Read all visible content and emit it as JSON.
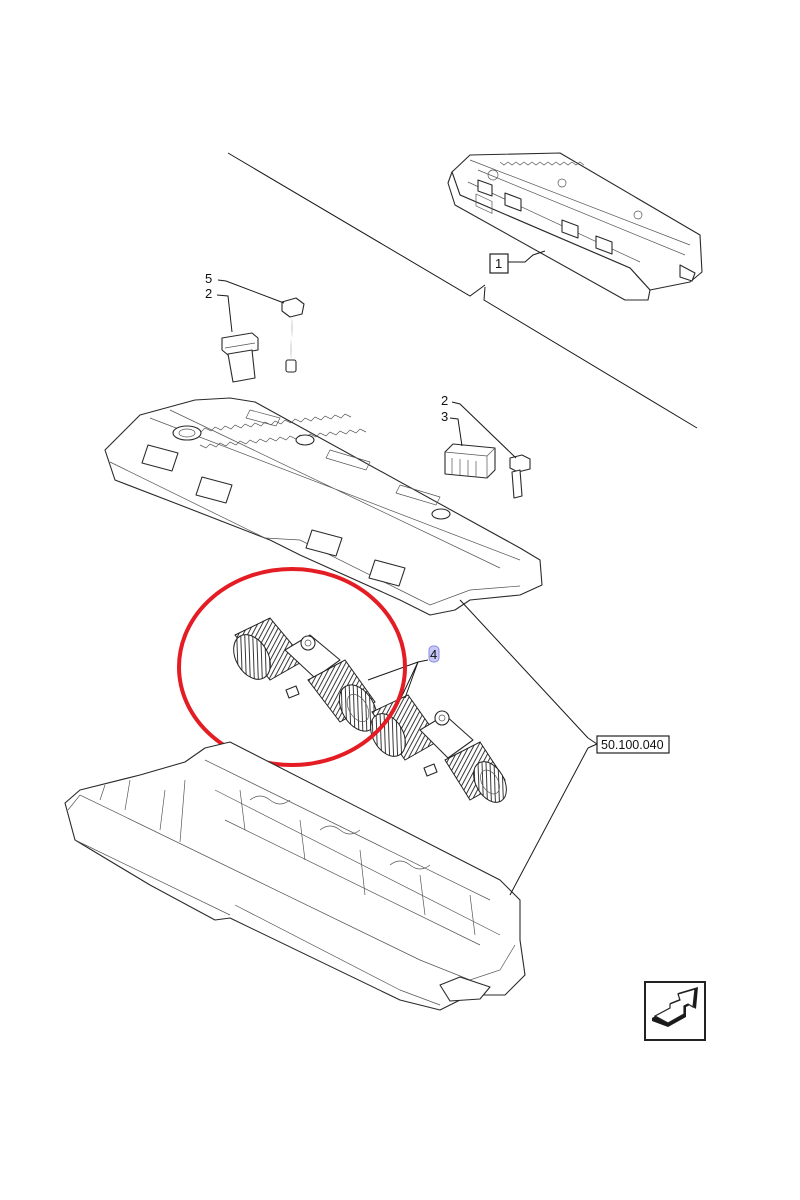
{
  "diagram": {
    "type": "exploded parts diagram",
    "callouts": [
      {
        "id": "1",
        "label": "1",
        "boxed": true
      },
      {
        "id": "5",
        "label": "5"
      },
      {
        "id": "2a",
        "label": "2"
      },
      {
        "id": "2b",
        "label": "2"
      },
      {
        "id": "3",
        "label": "3"
      },
      {
        "id": "4",
        "label": "4",
        "highlighted": true
      }
    ],
    "reference": {
      "label": "50.100.040"
    },
    "highlight": {
      "target": "4",
      "color": "#e41c24",
      "shape": "ellipse"
    },
    "nav_icon": {
      "name": "next-page-arrow-icon"
    },
    "colors": {
      "line": "#1a1a1a",
      "highlight_ring": "#e41c24",
      "label_highlight": "#c8c8f8"
    }
  }
}
